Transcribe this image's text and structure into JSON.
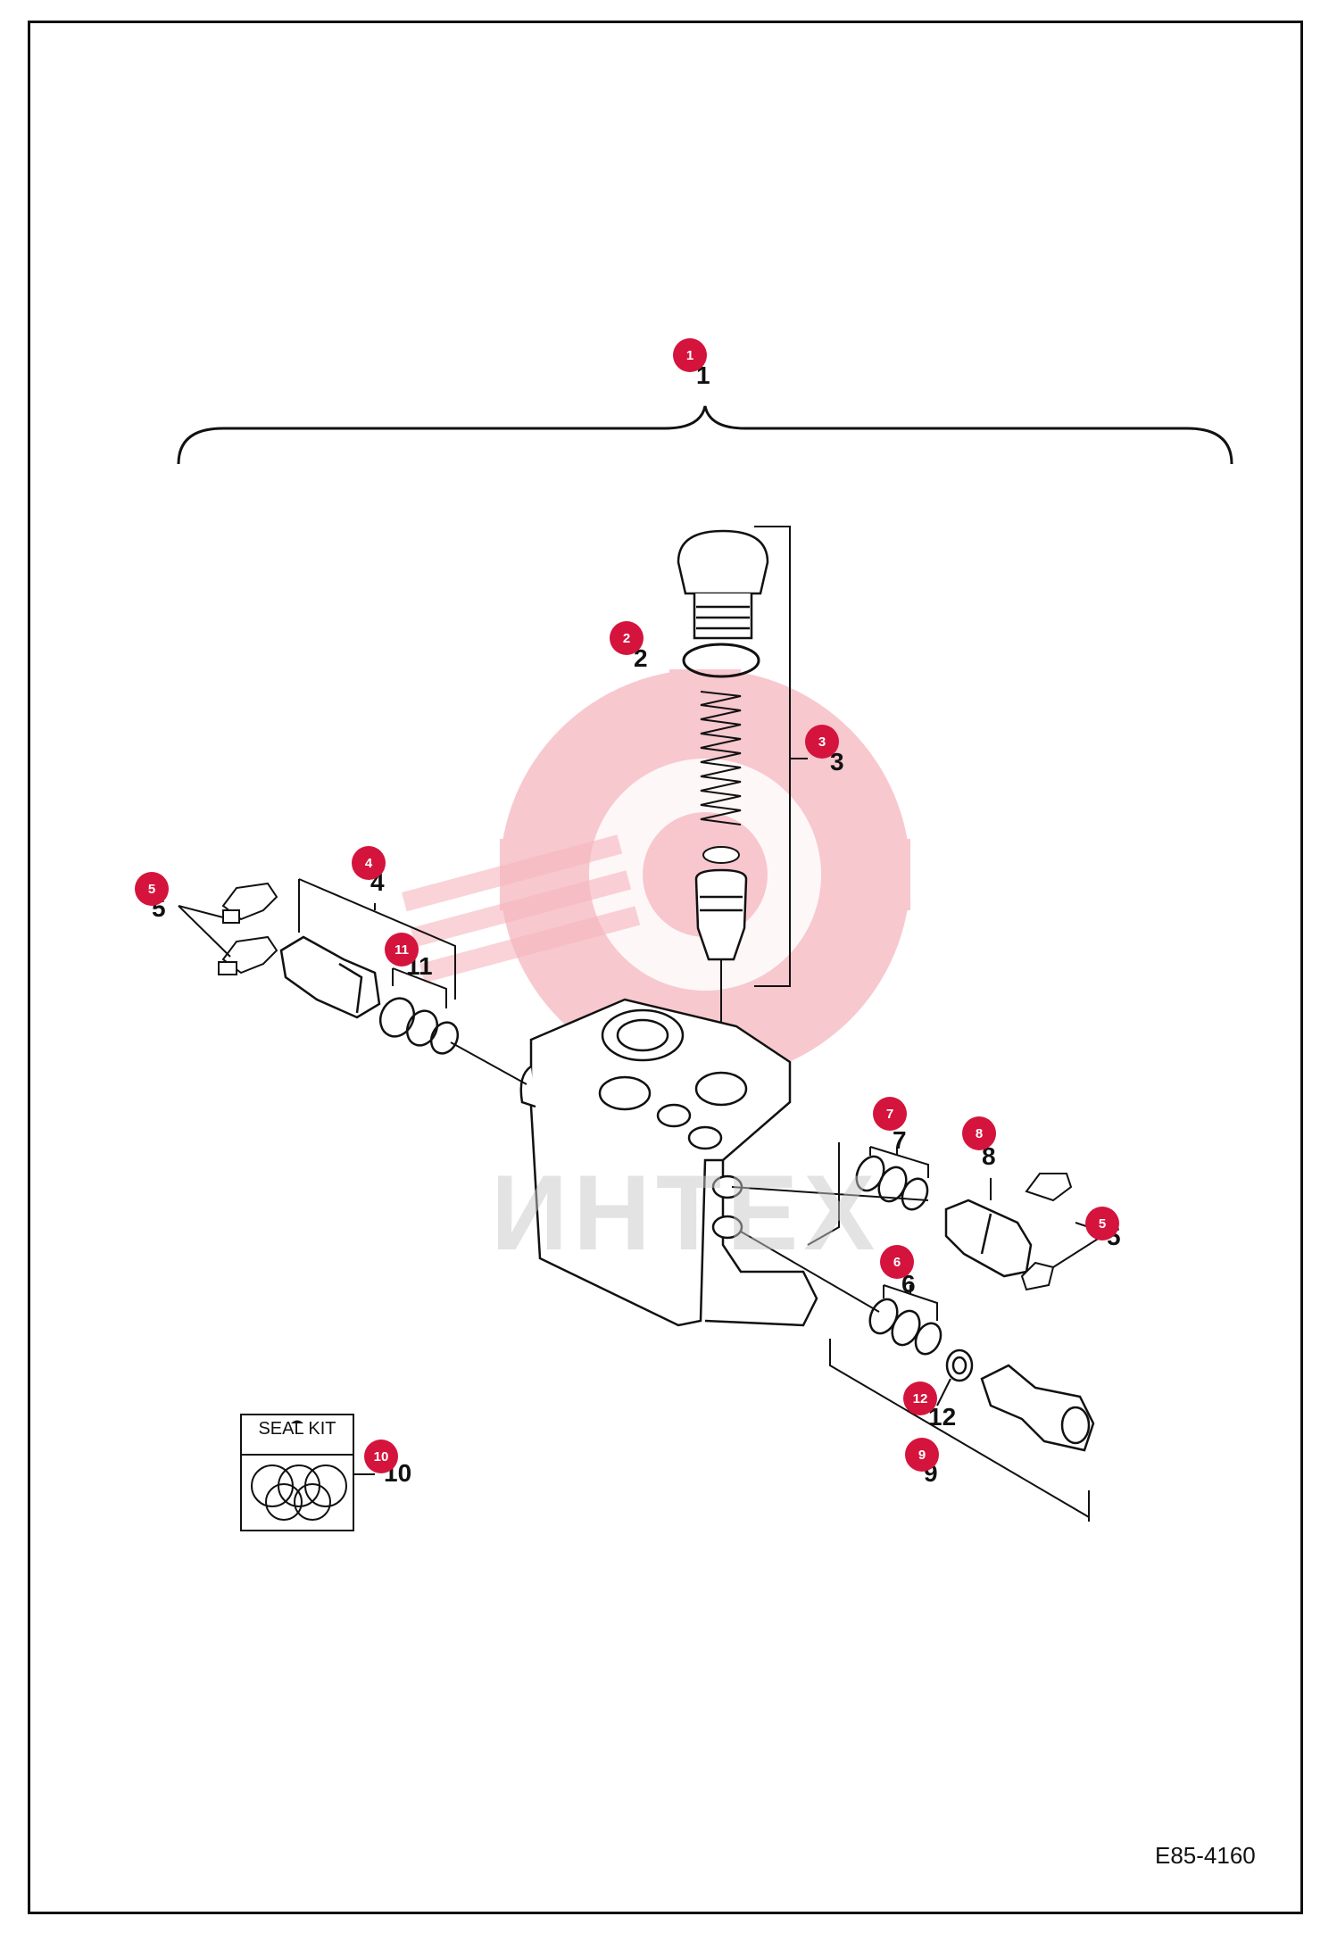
{
  "drawing_code": "E85-4160",
  "seal_kit_label": "SEAL KIT",
  "watermark_text": "ИНТЕХ",
  "callouts": [
    {
      "id": "callout-1",
      "label": "1"
    },
    {
      "id": "callout-2",
      "label": "2"
    },
    {
      "id": "callout-3",
      "label": "3"
    },
    {
      "id": "callout-4",
      "label": "4"
    },
    {
      "id": "callout-5a",
      "label": "5"
    },
    {
      "id": "callout-5b",
      "label": "5"
    },
    {
      "id": "callout-6",
      "label": "6"
    },
    {
      "id": "callout-7",
      "label": "7"
    },
    {
      "id": "callout-8",
      "label": "8"
    },
    {
      "id": "callout-9",
      "label": "9"
    },
    {
      "id": "callout-10",
      "label": "10"
    },
    {
      "id": "callout-11",
      "label": "11"
    },
    {
      "id": "callout-12",
      "label": "12"
    }
  ],
  "part_numbers": [
    "1",
    "2",
    "3",
    "4",
    "5",
    "5",
    "6",
    "7",
    "8",
    "9",
    "10",
    "11",
    "12"
  ],
  "colors": {
    "callout": "#d4143c",
    "line": "#111111",
    "watermark": "#f6b6bf"
  }
}
